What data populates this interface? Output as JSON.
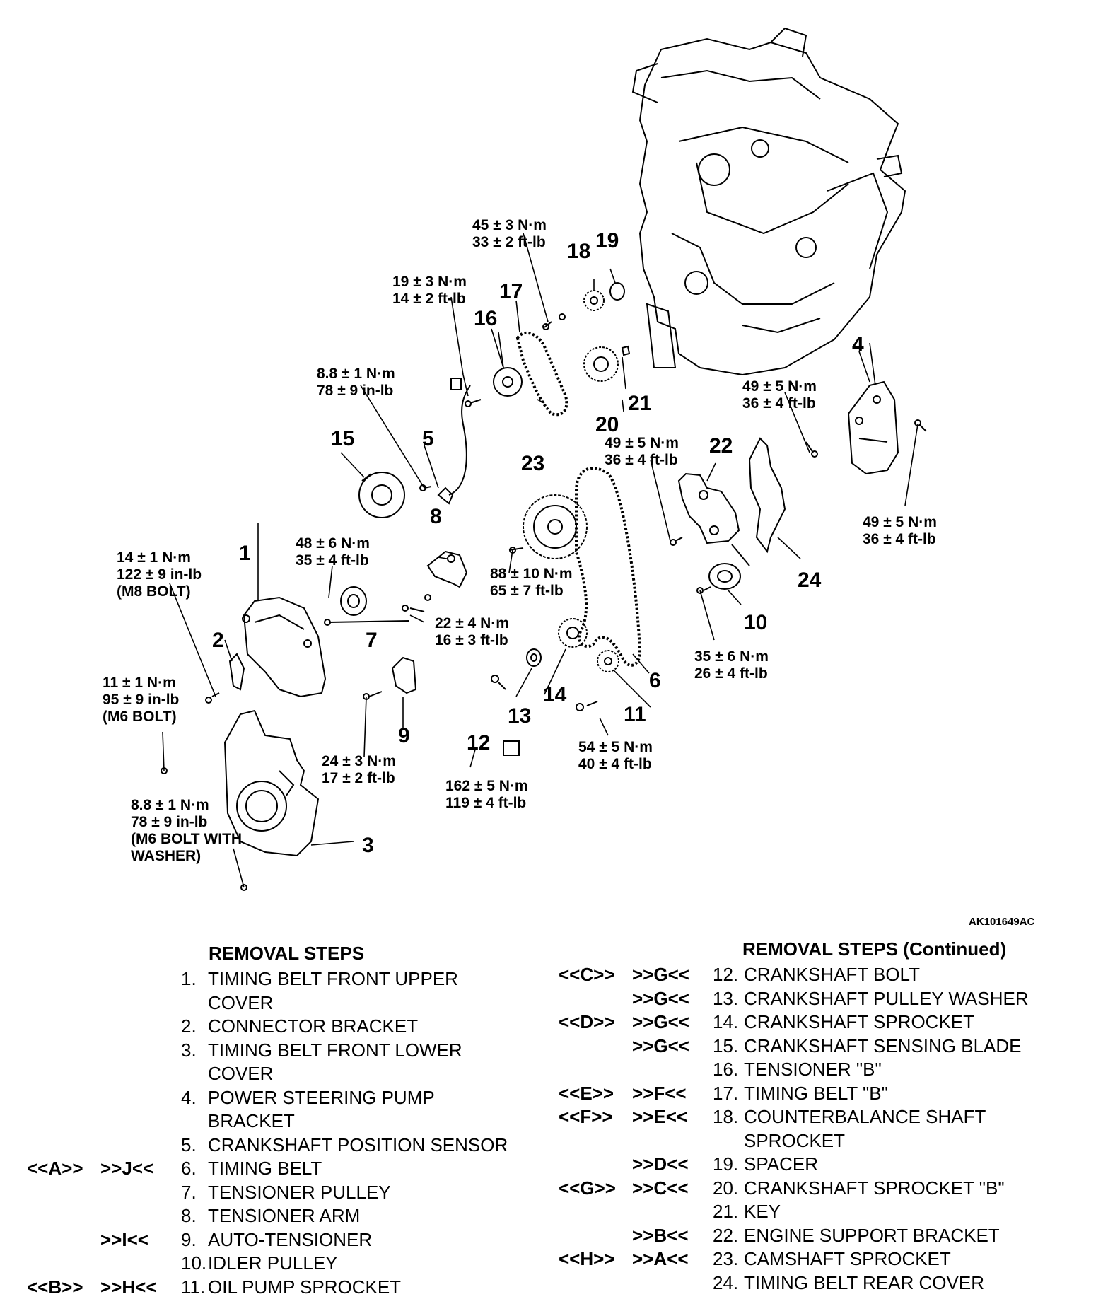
{
  "figure_id": "AK101649AC",
  "callouts": [
    "1",
    "2",
    "3",
    "4",
    "5",
    "6",
    "7",
    "8",
    "9",
    "10",
    "11",
    "12",
    "13",
    "14",
    "15",
    "16",
    "17",
    "18",
    "19",
    "20",
    "21",
    "22",
    "23",
    "24"
  ],
  "torque_specs": [
    {
      "lines": [
        "45 ± 3 N·m",
        "33 ± 2 ft-lb"
      ]
    },
    {
      "lines": [
        "19 ± 3 N·m",
        "14 ± 2 ft-lb"
      ]
    },
    {
      "lines": [
        "8.8 ± 1 N·m",
        "78 ± 9 in-lb"
      ]
    },
    {
      "lines": [
        "49 ± 5 N·m",
        "36 ± 4 ft-lb"
      ]
    },
    {
      "lines": [
        "49 ± 5 N·m",
        "36 ± 4 ft-lb"
      ]
    },
    {
      "lines": [
        "49 ± 5 N·m",
        "36 ± 4 ft-lb"
      ]
    },
    {
      "lines": [
        "14 ± 1 N·m",
        "122 ± 9 in-lb",
        "(M8 BOLT)"
      ]
    },
    {
      "lines": [
        "48 ± 6 N·m",
        "35 ± 4 ft-lb"
      ]
    },
    {
      "lines": [
        "88 ± 10 N·m",
        "65 ± 7 ft-lb"
      ]
    },
    {
      "lines": [
        "22 ± 4 N·m",
        "16 ± 3 ft-lb"
      ]
    },
    {
      "lines": [
        "35 ± 6 N·m",
        "26 ± 4 ft-lb"
      ]
    },
    {
      "lines": [
        "11 ± 1 N·m",
        "95 ± 9 in-lb",
        "(M6 BOLT)"
      ]
    },
    {
      "lines": [
        "24 ± 3 N·m",
        "17 ± 2 ft-lb"
      ]
    },
    {
      "lines": [
        "54 ± 5 N·m",
        "40 ± 4 ft-lb"
      ]
    },
    {
      "lines": [
        "162 ± 5 N·m",
        "119 ± 4 ft-lb"
      ]
    },
    {
      "lines": [
        "8.8 ± 1 N·m",
        "78 ± 9 in-lb",
        "(M6 BOLT WITH",
        "WASHER)"
      ]
    }
  ],
  "removal_steps": {
    "heading": "REMOVAL STEPS",
    "rows": [
      {
        "c1": "",
        "c2": "",
        "num": "1.",
        "text": "TIMING BELT FRONT UPPER"
      },
      {
        "c1": "",
        "c2": "",
        "num": "",
        "text": "COVER"
      },
      {
        "c1": "",
        "c2": "",
        "num": "2.",
        "text": "CONNECTOR BRACKET"
      },
      {
        "c1": "",
        "c2": "",
        "num": "3.",
        "text": "TIMING BELT FRONT LOWER"
      },
      {
        "c1": "",
        "c2": "",
        "num": "",
        "text": "COVER"
      },
      {
        "c1": "",
        "c2": "",
        "num": "4.",
        "text": "POWER STEERING PUMP"
      },
      {
        "c1": "",
        "c2": "",
        "num": "",
        "text": "BRACKET"
      },
      {
        "c1": "",
        "c2": "",
        "num": "5.",
        "text": "CRANKSHAFT POSITION SENSOR"
      },
      {
        "c1": "<<A>>",
        "c2": ">>J<<",
        "num": "6.",
        "text": "TIMING BELT"
      },
      {
        "c1": "",
        "c2": "",
        "num": "7.",
        "text": "TENSIONER PULLEY"
      },
      {
        "c1": "",
        "c2": "",
        "num": "8.",
        "text": "TENSIONER ARM"
      },
      {
        "c1": "",
        "c2": ">>I<<",
        "num": "9.",
        "text": "AUTO-TENSIONER"
      },
      {
        "c1": "",
        "c2": "",
        "num": "10.",
        "text": "IDLER PULLEY"
      },
      {
        "c1": "<<B>>",
        "c2": ">>H<<",
        "num": "11.",
        "text": "OIL PUMP SPROCKET"
      }
    ]
  },
  "removal_steps_continued": {
    "heading": "REMOVAL STEPS (Continued)",
    "rows": [
      {
        "c1": "<<C>>",
        "c2": ">>G<<",
        "num": "12.",
        "text": "CRANKSHAFT BOLT"
      },
      {
        "c1": "",
        "c2": ">>G<<",
        "num": "13.",
        "text": "CRANKSHAFT PULLEY WASHER"
      },
      {
        "c1": "<<D>>",
        "c2": ">>G<<",
        "num": "14.",
        "text": "CRANKSHAFT SPROCKET"
      },
      {
        "c1": "",
        "c2": ">>G<<",
        "num": "15.",
        "text": "CRANKSHAFT SENSING BLADE"
      },
      {
        "c1": "",
        "c2": "",
        "num": "16.",
        "text": "TENSIONER \"B\""
      },
      {
        "c1": "<<E>>",
        "c2": ">>F<<",
        "num": "17.",
        "text": "TIMING BELT \"B\""
      },
      {
        "c1": "<<F>>",
        "c2": ">>E<<",
        "num": "18.",
        "text": "COUNTERBALANCE SHAFT"
      },
      {
        "c1": "",
        "c2": "",
        "num": "",
        "text": "SPROCKET"
      },
      {
        "c1": "",
        "c2": ">>D<<",
        "num": "19.",
        "text": "SPACER"
      },
      {
        "c1": "<<G>>",
        "c2": ">>C<<",
        "num": "20.",
        "text": "CRANKSHAFT SPROCKET \"B\""
      },
      {
        "c1": "",
        "c2": "",
        "num": "21.",
        "text": "KEY"
      },
      {
        "c1": "",
        "c2": ">>B<<",
        "num": "22.",
        "text": "ENGINE SUPPORT BRACKET"
      },
      {
        "c1": "<<H>>",
        "c2": ">>A<<",
        "num": "23.",
        "text": "CAMSHAFT SPROCKET"
      },
      {
        "c1": "",
        "c2": "",
        "num": "24.",
        "text": "TIMING BELT REAR COVER"
      }
    ]
  }
}
